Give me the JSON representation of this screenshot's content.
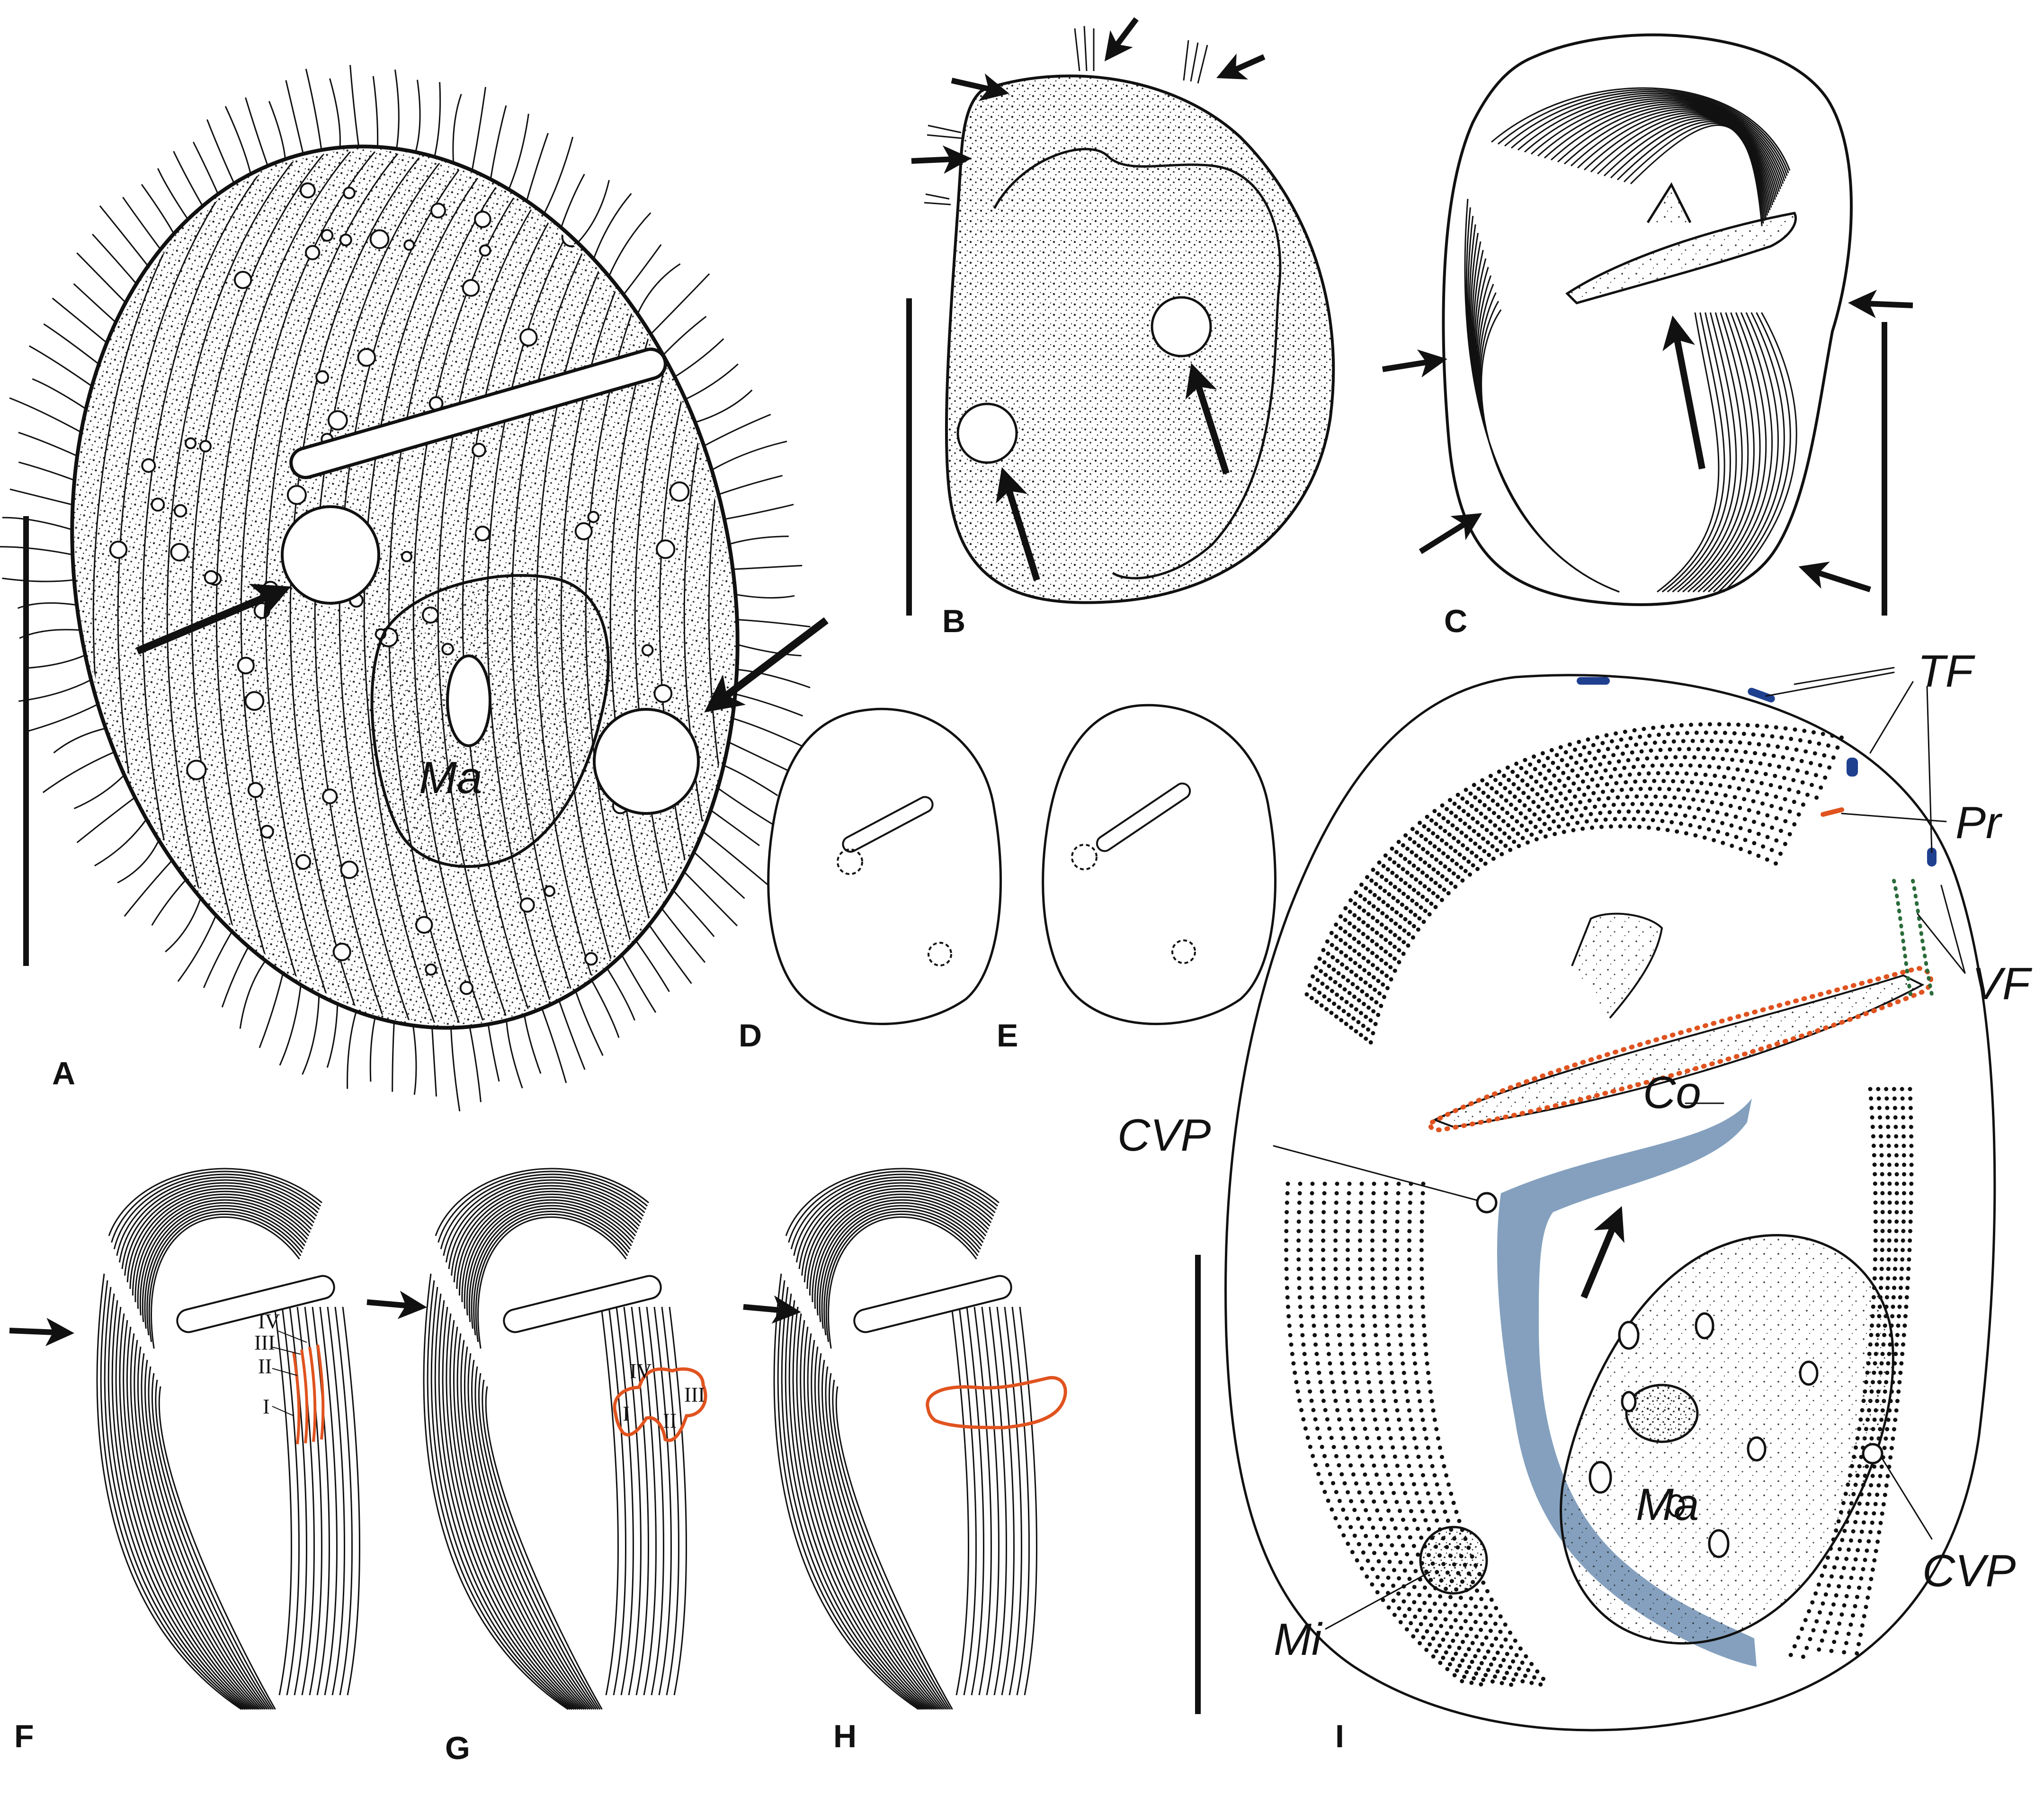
{
  "panels": {
    "A": {
      "label": "A",
      "nucleus": "Ma"
    },
    "B": {
      "label": "B"
    },
    "C": {
      "label": "C"
    },
    "D": {
      "label": "D"
    },
    "E": {
      "label": "E"
    },
    "F": {
      "label": "F",
      "kinety_numbers": [
        "IV",
        "III",
        "II",
        "I"
      ]
    },
    "G": {
      "label": "G",
      "kinety_numbers": [
        "IV",
        "I",
        "II",
        "III"
      ]
    },
    "H": {
      "label": "H"
    },
    "I": {
      "label": "I",
      "abbreviations": {
        "tf": "TF",
        "pr": "Pr",
        "vf": "VF",
        "co": "Co",
        "cvp_left": "CVP",
        "cvp_right": "CVP",
        "ma": "Ma",
        "mi": "Mi"
      }
    }
  },
  "colors": {
    "ink": "#111111",
    "highlight_orange": "#e0531f",
    "highlight_blue_band": "#6f8fb3",
    "fibre_dark_blue": "#1f3f8f",
    "fibre_green": "#2a6b3a"
  }
}
